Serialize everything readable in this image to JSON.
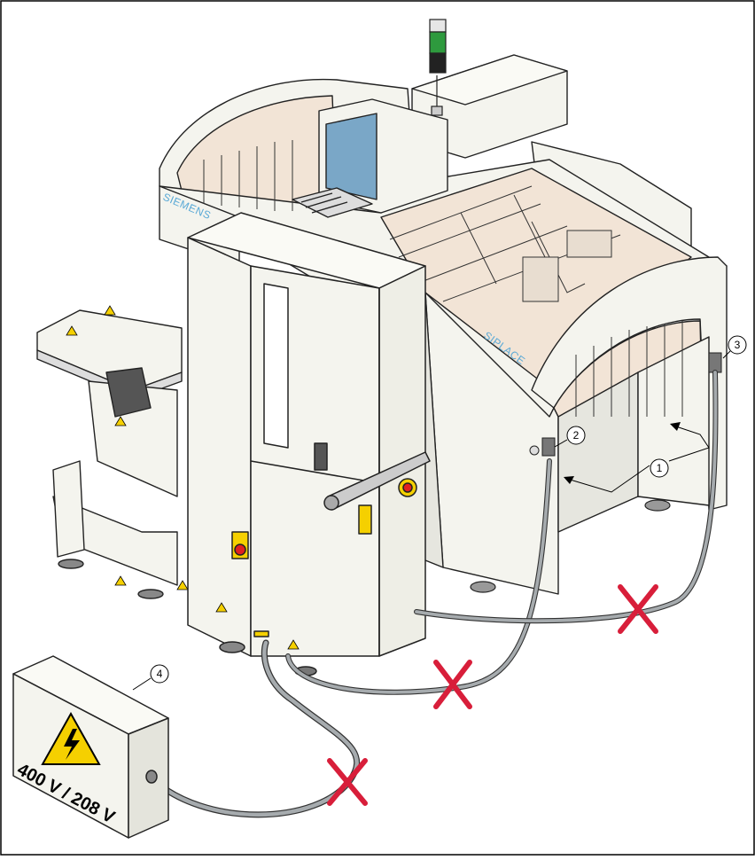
{
  "labels": {
    "brand_left": "SIEMENS",
    "brand_right": "SIPLACE",
    "voltage": "400 V / 208 V"
  },
  "callouts": [
    {
      "id": "1",
      "text": "1"
    },
    {
      "id": "2",
      "text": "2"
    },
    {
      "id": "3",
      "text": "3"
    },
    {
      "id": "4",
      "text": "4"
    }
  ],
  "icons": {
    "warning": "high-voltage-warning-icon",
    "prohibited": "red-x-icon"
  },
  "colors": {
    "cross": "#d81e3a",
    "warning_yellow": "#f5d000",
    "brand_blue": "#5aa9d6",
    "cable": "#9a9fa3",
    "machine_body": "#f4f4ee",
    "interior": "#f2e4d6",
    "signal_green": "#2e9a3e",
    "emergency_red": "#e02020"
  }
}
